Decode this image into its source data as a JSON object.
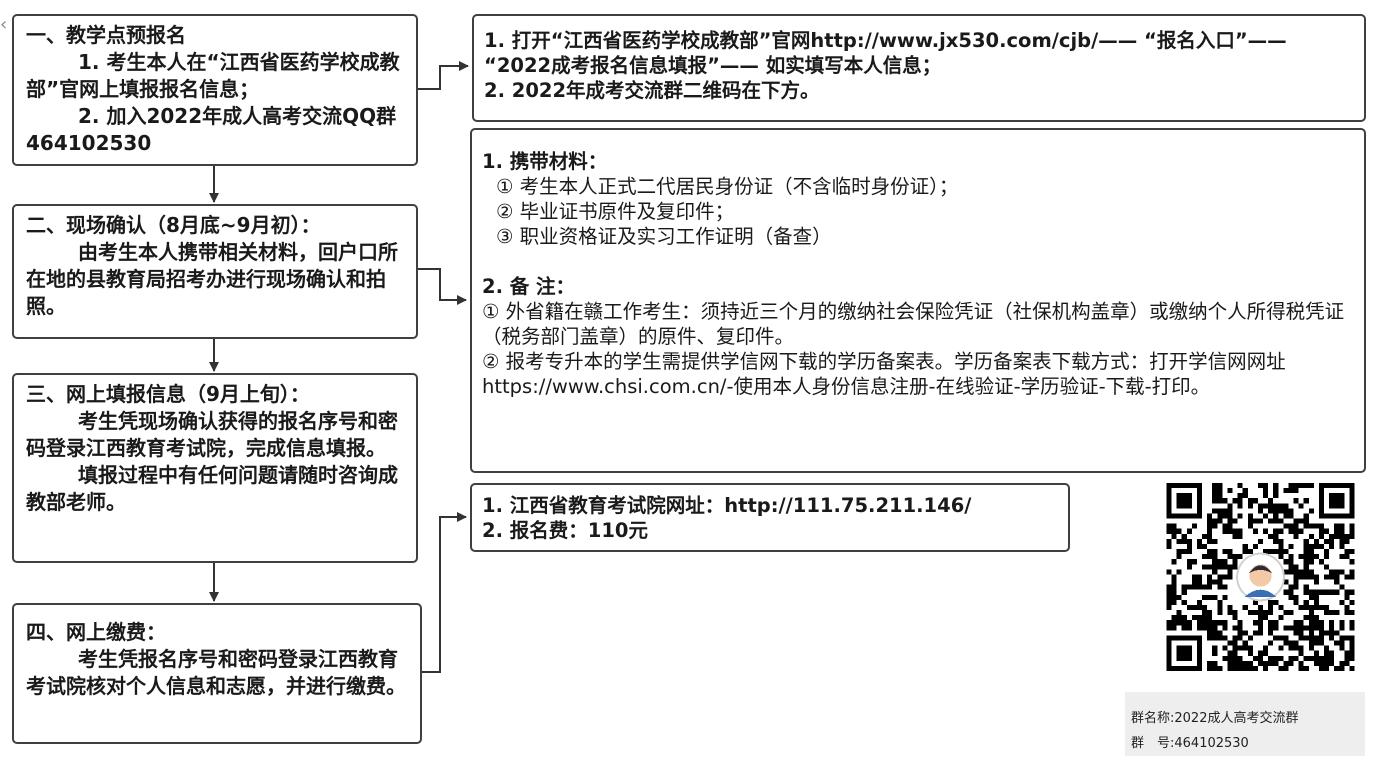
{
  "steps": [
    {
      "title": "一、教学点预报名",
      "paragraphs": [
        "1. 考生本人在“江西省医药学校成教部”官网上填报报名信息；",
        "2. 加入2022年成人高考交流QQ群464102530"
      ]
    },
    {
      "title": "二、现场确认（8月底~9月初）：",
      "paragraphs": [
        "由考生本人携带相关材料，回户口所在地的县教育局招考办进行现场确认和拍照。"
      ]
    },
    {
      "title": "三、网上填报信息（9月上旬）：",
      "paragraphs": [
        "考生凭现场确认获得的报名序号和密码登录江西教育考试院，完成信息填报。",
        "填报过程中有任何问题请随时咨询成教部老师。"
      ]
    },
    {
      "title": "四、网上缴费：",
      "paragraphs": [
        "考生凭报名序号和密码登录江西教育考试院核对个人信息和志愿，并进行缴费。"
      ]
    }
  ],
  "details": {
    "d1": [
      "1. 打开“江西省医药学校成教部”官网http://www.jx530.com/cjb/—— “报名入口”—— “2022成考报名信息填报”—— 如实填写本人信息；",
      "2. 2022年成考交流群二维码在下方。"
    ],
    "d2": {
      "materials_title": "1. 携带材料：",
      "materials": [
        "① 考生本人正式二代居民身份证（不含临时身份证）；",
        "② 毕业证书原件及复印件；",
        "③ 职业资格证及实习工作证明（备查）"
      ],
      "notes_title": "2. 备 注：",
      "notes": [
        "① 外省籍在赣工作考生：须持近三个月的缴纳社会保险凭证（社保机构盖章）或缴纳个人所得税凭证（税务部门盖章）的原件、复印件。",
        "② 报考专升本的学生需提供学信网下载的学历备案表。学历备案表下载方式：打开学信网网址https://www.chsi.com.cn/-使用本人身份信息注册-在线验证-学历验证-下载-打印。"
      ]
    },
    "d3": [
      "1. 江西省教育考试院网址：http://111.75.211.146/",
      "2. 报名费：110元"
    ]
  },
  "qr": {
    "caption_name": "群名称:2022成人高考交流群",
    "caption_number": "群　号:464102530"
  },
  "colors": {
    "border": "#404040",
    "arrow": "#333333",
    "caption_bg": "#eeeeee"
  }
}
